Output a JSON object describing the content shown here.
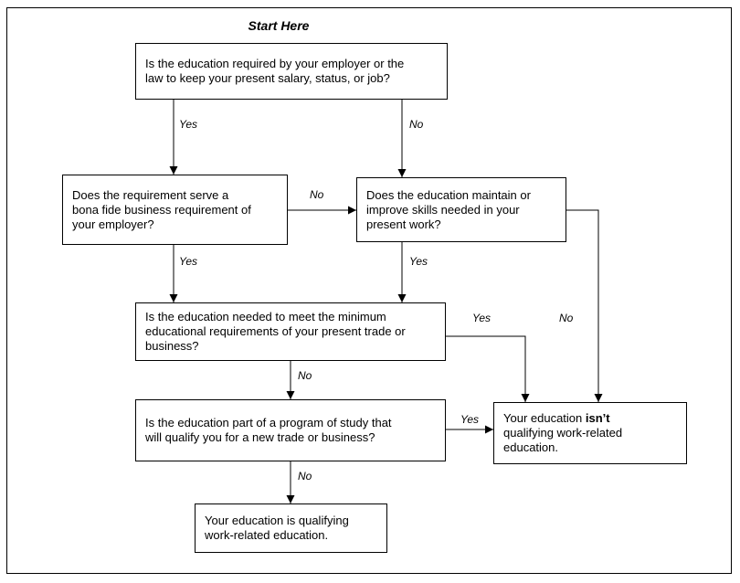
{
  "title": "Start Here",
  "colors": {
    "line": "#000000",
    "background": "#ffffff",
    "text": "#000000"
  },
  "boxes": {
    "q1": "Is the education required by your employer or the law to keep your present salary, status, or job?",
    "q2": "Does the requirement serve a bona fide business requirement of your employer?",
    "q3": "Does the education maintain or improve skills needed in your present work?",
    "q4": "Is the education needed to meet the minimum educational requirements of your present trade or business?",
    "q5": "Is the education part of a program of study that will qualify you for a new trade or business?",
    "result_qualifying": "Your education is qualifying work-related education.",
    "result_not_qualifying": {
      "prefix": "Your education ",
      "emphasis": "isn’t",
      "suffix": " qualifying work-related education."
    }
  },
  "edge_labels": {
    "q1_to_q2": "Yes",
    "q1_to_q3": "No",
    "q2_to_q3": "No",
    "q2_to_q4": "Yes",
    "q3_to_q4": "Yes",
    "q3_to_not_qualifying": "No",
    "q4_to_not_qualifying": "Yes",
    "q4_to_q5": "No",
    "q5_to_not_qualifying": "Yes",
    "q5_to_qualifying": "No"
  }
}
